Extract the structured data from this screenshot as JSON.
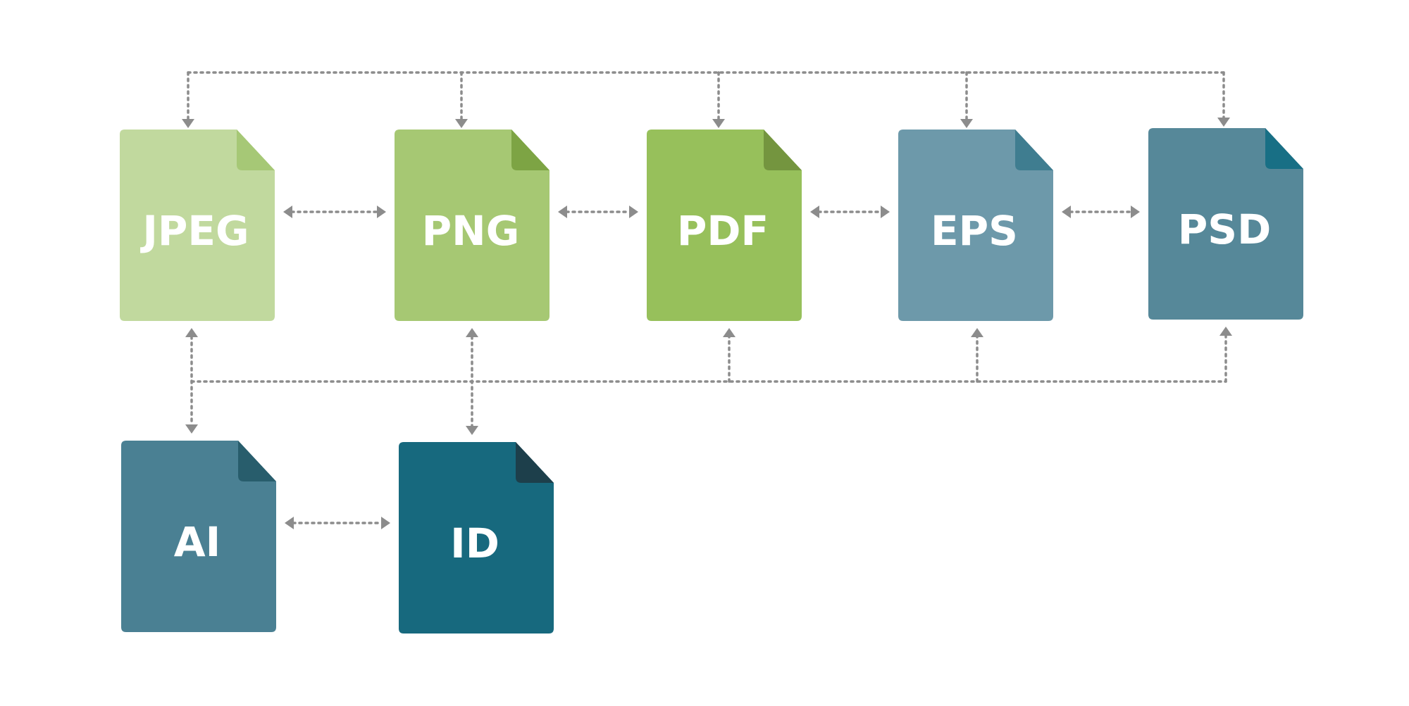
{
  "files": [
    {
      "id": "jpeg",
      "label": "JPEG",
      "color": "#c1d99e",
      "fold_color": "#a6c876"
    },
    {
      "id": "png",
      "label": "PNG",
      "color": "#a6c873",
      "fold_color": "#7da444"
    },
    {
      "id": "pdf",
      "label": "PDF",
      "color": "#97c05b",
      "fold_color": "#74953f"
    },
    {
      "id": "eps",
      "label": "EPS",
      "color": "#6d99aa",
      "fold_color": "#3f7d90"
    },
    {
      "id": "psd",
      "label": "PSD",
      "color": "#568899",
      "fold_color": "#186f85"
    },
    {
      "id": "ai",
      "label": "AI",
      "color": "#4a8093",
      "fold_color": "#285d6c"
    },
    {
      "id": "id",
      "label": "ID",
      "color": "#17697e",
      "fold_color": "#1d3f4b"
    }
  ],
  "connections": [
    {
      "from": "jpeg",
      "to": "png"
    },
    {
      "from": "png",
      "to": "pdf"
    },
    {
      "from": "pdf",
      "to": "eps"
    },
    {
      "from": "eps",
      "to": "psd"
    },
    {
      "from": "ai",
      "to": "id"
    },
    {
      "from": "jpeg",
      "to": "ai"
    },
    {
      "from": "png",
      "to": "id"
    }
  ],
  "colors": {
    "connector": "#8c8c8c",
    "label_text": "#ffffff"
  }
}
